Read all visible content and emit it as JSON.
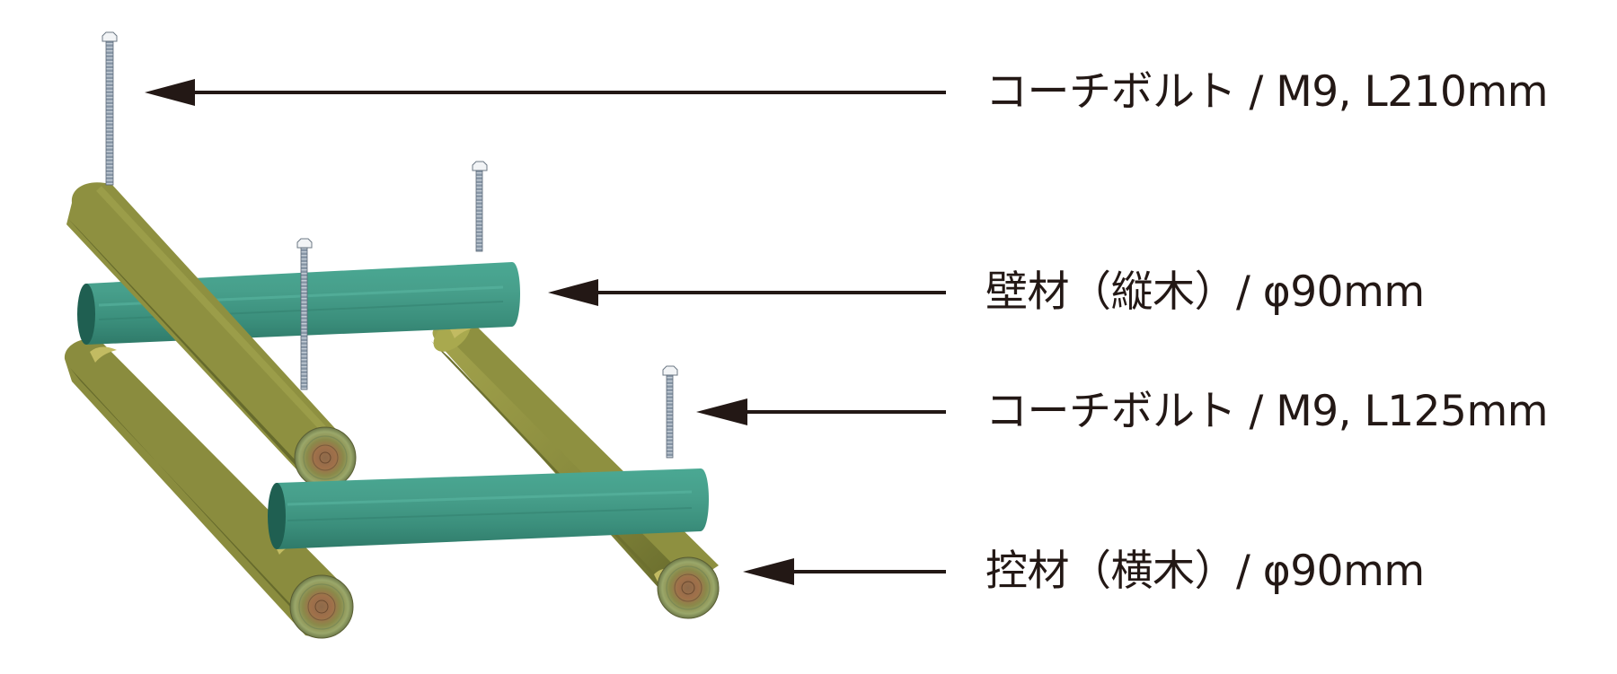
{
  "diagram": {
    "type": "exploded-assembly",
    "background": "#ffffff",
    "colors": {
      "arrow": "#231815",
      "label_text": "#231815",
      "wall_log_teal": "#3f9985",
      "wall_log_teal_dark": "#256b5c",
      "brace_log_olive": "#8e9040",
      "brace_log_olive_dark": "#5f6328",
      "log_end_core": "#9a6a45",
      "bolt": "#8a97a6"
    },
    "callouts": [
      {
        "id": "bolt-long",
        "label": "コーチボルト / M9, L210mm",
        "target": "long coach bolt"
      },
      {
        "id": "wall-log",
        "label": "壁材（縦木）/ φ90mm",
        "target": "teal wall logs"
      },
      {
        "id": "bolt-short",
        "label": "コーチボルト / M9, L125mm",
        "target": "short coach bolt"
      },
      {
        "id": "brace-log",
        "label": "控材（横木）/ φ90mm",
        "target": "olive brace logs"
      }
    ],
    "parts": {
      "bolts": [
        {
          "name": "coach-bolt-long",
          "spec": "M9, L210mm"
        },
        {
          "name": "coach-bolt-short",
          "spec": "M9, L125mm"
        }
      ],
      "wall_logs": {
        "name": "壁材（縦木）",
        "diameter": "φ90mm",
        "count": 2
      },
      "brace_logs": {
        "name": "控材（横木）",
        "diameter": "φ90mm",
        "count": 3
      }
    }
  }
}
